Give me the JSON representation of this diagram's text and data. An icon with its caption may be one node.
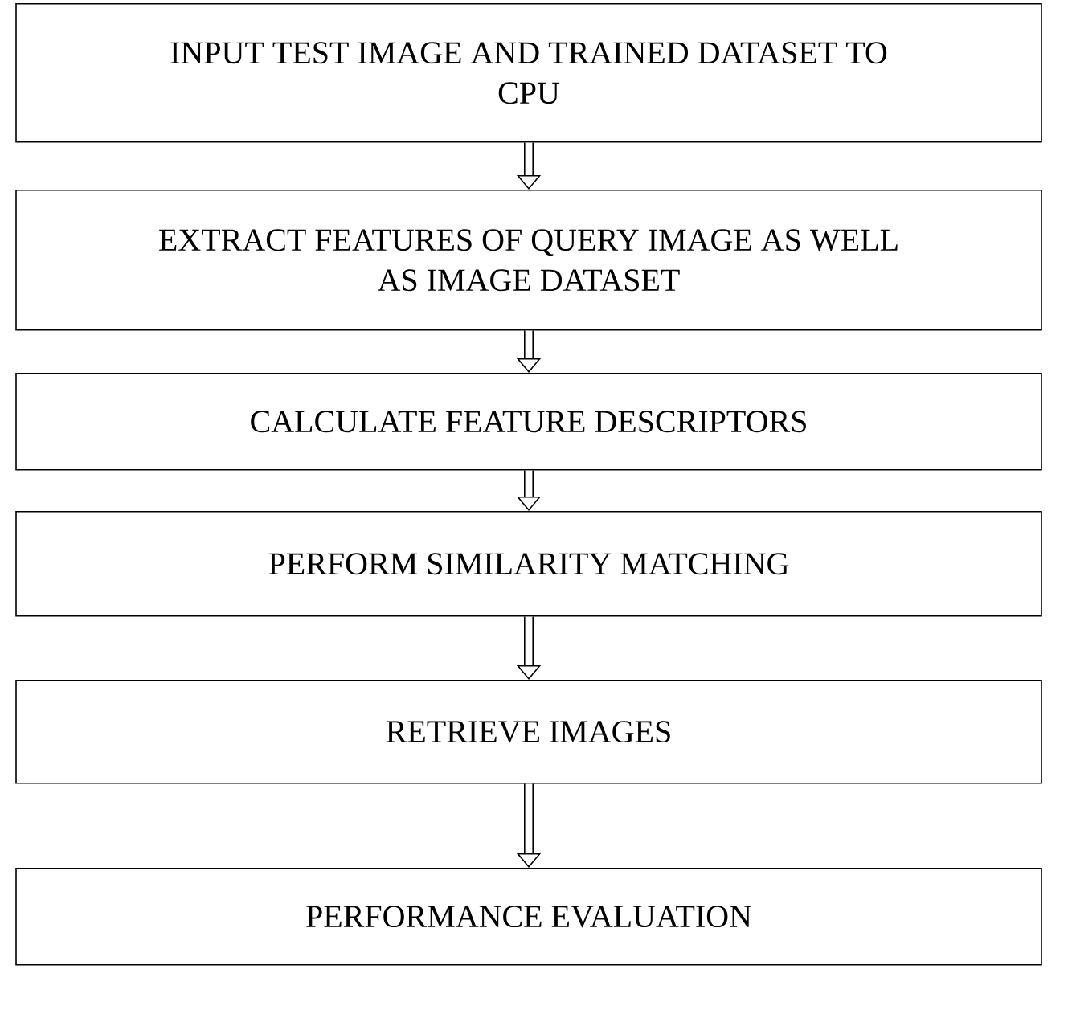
{
  "diagram": {
    "nodes": [
      {
        "text": [
          "INPUT TEST IMAGE AND TRAINED DATASET TO CPU"
        ]
      },
      {
        "text": [
          "EXTRACT FEATURES OF QUERY IMAGE AS WELL AS IMAGE DATASET"
        ]
      },
      {
        "text": [
          "CALCULATE FEATURE DESCRIPTORS"
        ]
      },
      {
        "text": [
          "PERFORM SIMILARITY MATCHING"
        ]
      },
      {
        "text": [
          "RETRIEVE IMAGES"
        ]
      },
      {
        "text": [
          "PERFORMANCE EVALUATION"
        ]
      }
    ],
    "edges": [
      {
        "from": 0,
        "to": 1,
        "arrow": "to"
      },
      {
        "from": 1,
        "to": 2,
        "arrow": "to"
      },
      {
        "from": 2,
        "to": 3,
        "arrow": "to"
      },
      {
        "from": 3,
        "to": 4,
        "arrow": "to"
      },
      {
        "from": 4,
        "to": 5,
        "arrow": "to"
      }
    ]
  }
}
